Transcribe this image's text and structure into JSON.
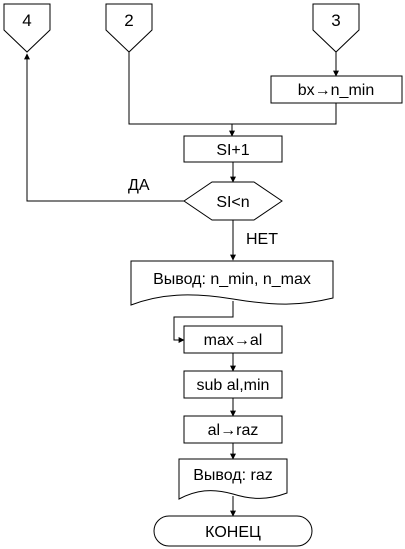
{
  "connectors": {
    "c4": "4",
    "c2": "2",
    "c3": "3"
  },
  "blocks": {
    "bx_to_nmin": "bx→n_min",
    "si_plus_1": "SI+1",
    "decision": "SI<n",
    "output_minmax": "Вывод: n_min, n_max",
    "max_to_al": "max→al",
    "sub": "sub al,min",
    "al_to_raz": "al→raz",
    "output_raz": "Вывод: raz",
    "end": "КОНЕЦ"
  },
  "branches": {
    "yes": "ДА",
    "no": "НЕТ"
  }
}
